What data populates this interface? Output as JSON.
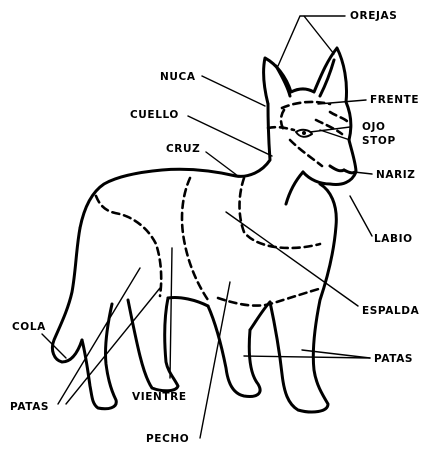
{
  "diagram": {
    "labels": {
      "orejas": "OREJAS",
      "nuca": "NUCA",
      "frente": "FRENTE",
      "cuello": "CUELLO",
      "ojo": "OJO",
      "stop": "STOP",
      "cruz": "CRUZ",
      "nariz": "NARIZ",
      "labio": "LABIO",
      "espalda": "ESPALDA",
      "cola": "COLA",
      "patas_right": "PATAS",
      "patas_left": "PATAS",
      "vientre": "VIENTRE",
      "pecho": "PECHO"
    }
  }
}
